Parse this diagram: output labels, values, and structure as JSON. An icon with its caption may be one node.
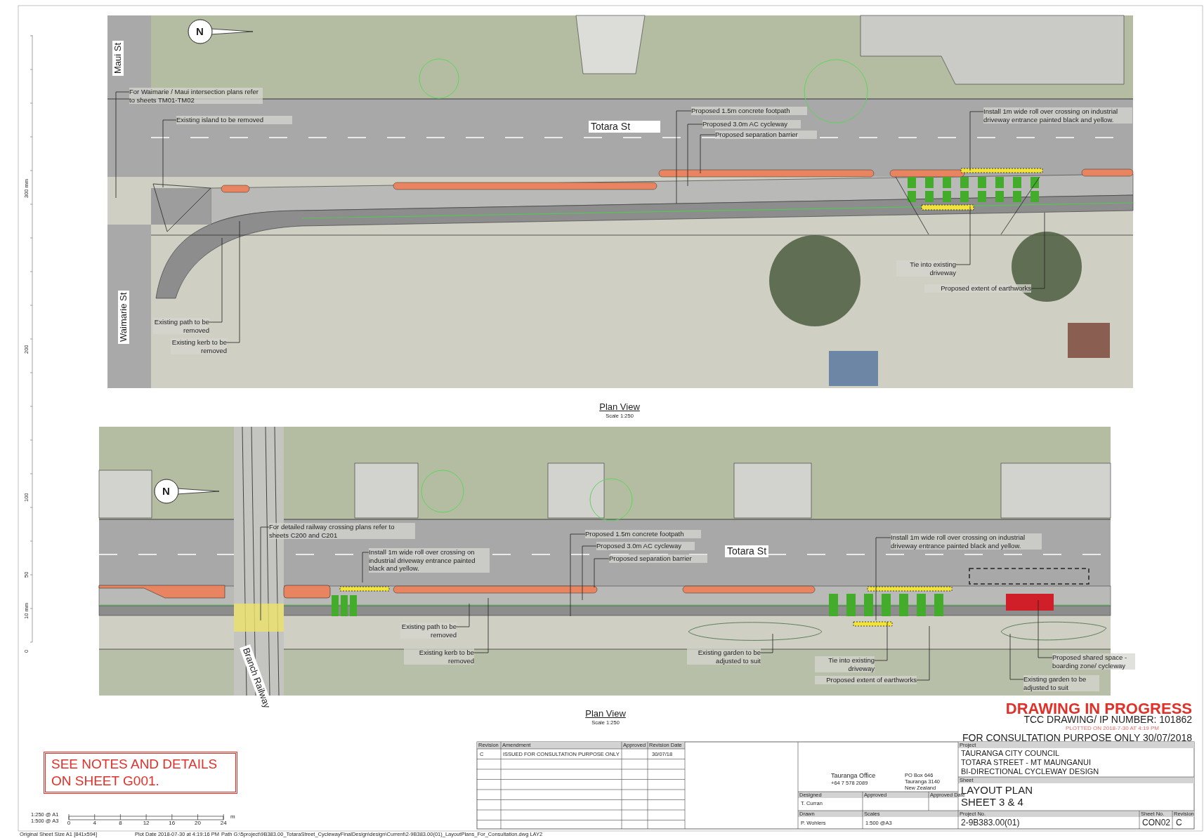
{
  "diagram": {
    "nodes": [
      {
        "text": [
          "For Waimarie / Maui intersection plans refer to sheets TM01-TM02"
        ]
      },
      {
        "text": [
          "Existing island to be removed"
        ]
      },
      {
        "text": [
          "Proposed 1.5m concrete footpath"
        ]
      },
      {
        "text": [
          "Proposed 3.0m AC cycleway"
        ]
      },
      {
        "text": [
          "Proposed separation barrier"
        ]
      },
      {
        "text": [
          "Install 1m wide roll over crossing on industrial driveway entrance painted black and yellow."
        ]
      },
      {
        "text": [
          "Tie into existing driveway"
        ]
      },
      {
        "text": [
          "Proposed extent of earthworks"
        ]
      },
      {
        "text": [
          "Existing path to be removed"
        ]
      },
      {
        "text": [
          "Existing kerb to be removed"
        ]
      },
      {
        "text": [
          "For detailed railway crossing plans refer to sheets C200 and C201"
        ]
      },
      {
        "text": [
          "Install 1m wide roll over crossing on industrial driveway entrance painted black and yellow."
        ]
      },
      {
        "text": [
          "Proposed 1.5m concrete footpath"
        ]
      },
      {
        "text": [
          "Proposed 3.0m AC cycleway"
        ]
      },
      {
        "text": [
          "Proposed separation barrier"
        ]
      },
      {
        "text": [
          "Existing path to be removed"
        ]
      },
      {
        "text": [
          "Existing kerb to be removed"
        ]
      },
      {
        "text": [
          "Install 1m wide roll over crossing on industrial driveway entrance painted black and yellow."
        ]
      },
      {
        "text": [
          "Existing garden to be adjusted to suit"
        ]
      },
      {
        "text": [
          "Tie into existing driveway"
        ]
      },
      {
        "text": [
          "Proposed extent of earthworks"
        ]
      },
      {
        "text": [
          "Proposed shared space - boarding zone/ cycleway"
        ]
      },
      {
        "text": [
          "Existing garden to be adjusted to suit"
        ]
      },
      {
        "text": [
          "SEE NOTES AND DETAILS ON SHEET G001."
        ]
      }
    ],
    "edges": [
      {
        "from": 0,
        "to": null,
        "arrow": "none"
      },
      {
        "from": 1,
        "to": null,
        "arrow": "none"
      },
      {
        "from": 2,
        "to": null,
        "arrow": "none"
      },
      {
        "from": 3,
        "to": null,
        "arrow": "none"
      },
      {
        "from": 4,
        "to": null,
        "arrow": "none"
      },
      {
        "from": 5,
        "to": null,
        "arrow": "none"
      },
      {
        "from": 6,
        "to": null,
        "arrow": "none"
      },
      {
        "from": 7,
        "to": null,
        "arrow": "none"
      },
      {
        "from": 8,
        "to": null,
        "arrow": "none"
      },
      {
        "from": 9,
        "to": null,
        "arrow": "none"
      },
      {
        "from": 10,
        "to": null,
        "arrow": "none"
      },
      {
        "from": 11,
        "to": null,
        "arrow": "none"
      },
      {
        "from": 12,
        "to": null,
        "arrow": "none"
      },
      {
        "from": 13,
        "to": null,
        "arrow": "none"
      },
      {
        "from": 14,
        "to": null,
        "arrow": "none"
      },
      {
        "from": 15,
        "to": null,
        "arrow": "none"
      },
      {
        "from": 16,
        "to": null,
        "arrow": "none"
      },
      {
        "from": 17,
        "to": null,
        "arrow": "none"
      },
      {
        "from": 18,
        "to": null,
        "arrow": "none"
      },
      {
        "from": 19,
        "to": null,
        "arrow": "none"
      },
      {
        "from": 20,
        "to": null,
        "arrow": "none"
      },
      {
        "from": 21,
        "to": null,
        "arrow": "none"
      },
      {
        "from": 22,
        "to": null,
        "arrow": "none"
      }
    ],
    "labels": [
      "Maui St",
      "Waimarie St",
      "Totara St",
      "N",
      "Plan View",
      "Scale 1:250",
      "N",
      "Totara St",
      "Branch Railway",
      "Plan View",
      "Scale 1:250",
      "300 mm",
      "200",
      "100",
      "50",
      "10 mm",
      "0",
      "DRAWING IN PROGRESS",
      "TCC DRAWING/ IP NUMBER: 101862",
      "PLOTTED ON 2018-7-30 AT 4:19 PM",
      "FOR CONSULTATION PURPOSE ONLY 30/07/2018",
      "Revision",
      "Amendment",
      "Approved",
      "Revision Date",
      "C",
      "ISSUED FOR CONSULTATION PURPOSE ONLY",
      "30/07/18",
      "Tauranga Office",
      "+64 7 578 2089",
      "PO Box 646",
      "Tauranga 3140",
      "New Zealand",
      "Project",
      "TAURANGA CITY COUNCIL",
      "TOTARA STREET - MT MAUNGANUI",
      "BI-DIRECTIONAL CYCLEWAY DESIGN",
      "Sheet",
      "LAYOUT PLAN",
      "SHEET 3 & 4",
      "Designed",
      "Approved",
      "Approved Date",
      "T. Curran",
      "Drawn",
      "Scales",
      "Project No.",
      "Sheet No.",
      "Revision",
      "P. Wohlers",
      "1:500 @A3",
      "2-9B383.00(01)",
      "CON02",
      "C",
      "1:250 @ A1",
      "1:500 @ A3",
      "0",
      "4",
      "8",
      "12",
      "16",
      "20",
      "24",
      "m",
      "Original Sheet Size A1 [841x594]",
      "Plot Date 2018-07-30 at 4:19:16 PM",
      "Path G:\\5project\\9B383.00_TotaraStreet_CyclewayFinalDesign\\design\\Current\\2-9B383.00(01)_LayoutPlans_For_Consultation.dwg LAY2"
    ]
  }
}
